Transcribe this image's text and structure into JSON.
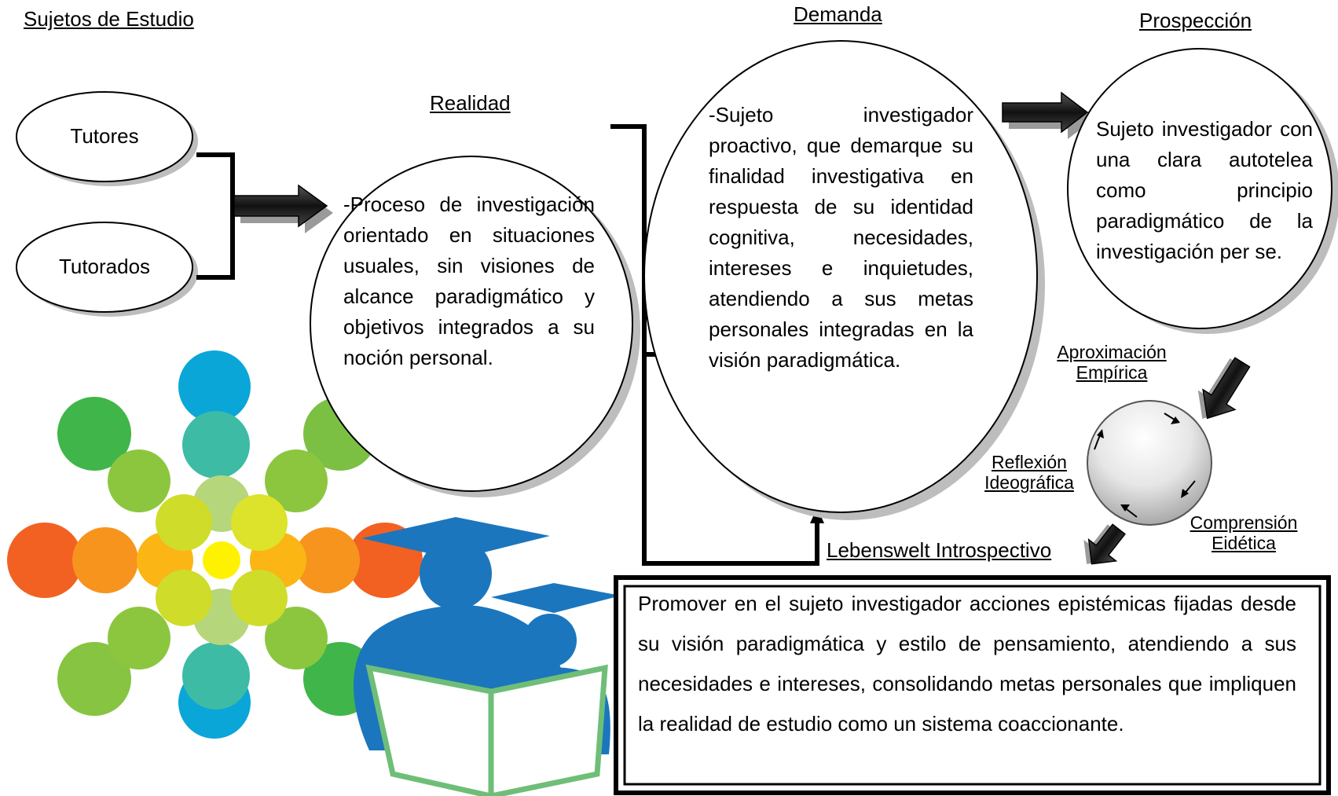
{
  "headers": {
    "sujetos": "Sujetos de Estudio",
    "realidad": "Realidad",
    "demanda": "Demanda",
    "prospeccion": "Prospección"
  },
  "nodes": {
    "tutores": "Tutores",
    "tutorados": "Tutorados"
  },
  "ellipse_texts": {
    "realidad": "-Proceso de investigación orientado en situaciones usuales, sin visiones de alcance paradigmático y objetivos integrados a su noción personal.",
    "demanda": "-Sujeto investigador proactivo, que demarque su finalidad investigativa en respuesta de su identidad cognitiva, necesidades, intereses e inquietudes, atendiendo a sus metas personales integradas en la visión paradigmática.",
    "prospeccion": "Sujeto investigador con una clara autotelea como principio paradigmático de la investigación per se."
  },
  "cycle_labels": {
    "aproximacion_1": "Aproximación",
    "aproximacion_2": "Empírica",
    "reflexion_1": "Reflexión",
    "reflexion_2": "Ideográfica",
    "comprension_1": "Comprensión",
    "comprension_2": "Eidética"
  },
  "lebenswelt": "Lebenswelt Introspectivo",
  "conclusion": "Promover en el sujeto investigador acciones epistémicas fijadas desde su visión paradigmática y estilo de pensamiento, atendiendo a sus necesidades e intereses, consolidando metas personales que impliquen la realidad de estudio como un sistema coaccionante."
}
